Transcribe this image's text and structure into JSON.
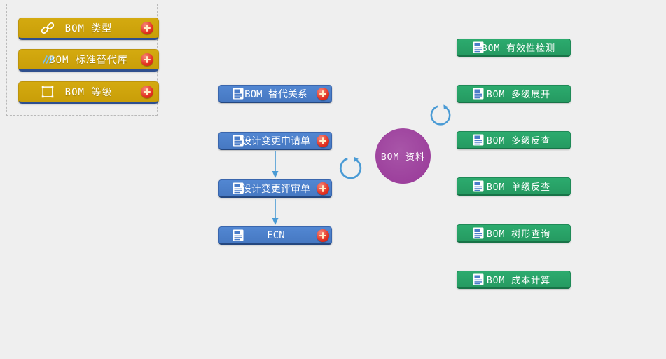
{
  "palette": {
    "background": "#efefef",
    "gold_button": "#cda20c",
    "blue_button": "#4a7cc8",
    "green_button": "#29a368",
    "purple_node": "#9c3f9c",
    "red_badge": "#e23120",
    "arrow_blue": "#4a9bd5",
    "button_text": "#ffffff",
    "dark_edge": "#2e4f8e"
  },
  "left_panel": {
    "items": [
      {
        "label": "BOM 类型",
        "icon": "chain-link-icon"
      },
      {
        "label": "BOM 标准替代库",
        "icon": "slashes-icon"
      },
      {
        "label": "BOM 等级",
        "icon": "square-icon"
      }
    ]
  },
  "flow_column": {
    "items": [
      {
        "label": "BOM 替代关系",
        "icon": "document-icon"
      },
      {
        "label": "设计变更申请单",
        "icon": "document-icon"
      },
      {
        "label": "设计变更评审单",
        "icon": "document-icon"
      },
      {
        "label": "ECN",
        "icon": "document-icon"
      }
    ]
  },
  "center_node": {
    "label": "BOM 资料"
  },
  "right_column": {
    "items": [
      {
        "label": "BOM 有效性检测",
        "icon": "document-icon"
      },
      {
        "label": "BOM 多级展开",
        "icon": "document-icon"
      },
      {
        "label": "BOM 多级反查",
        "icon": "document-icon"
      },
      {
        "label": "BOM 单级反查",
        "icon": "document-icon"
      },
      {
        "label": "BOM 树形查询",
        "icon": "document-icon"
      },
      {
        "label": "BOM 成本计算",
        "icon": "document-icon"
      }
    ]
  }
}
